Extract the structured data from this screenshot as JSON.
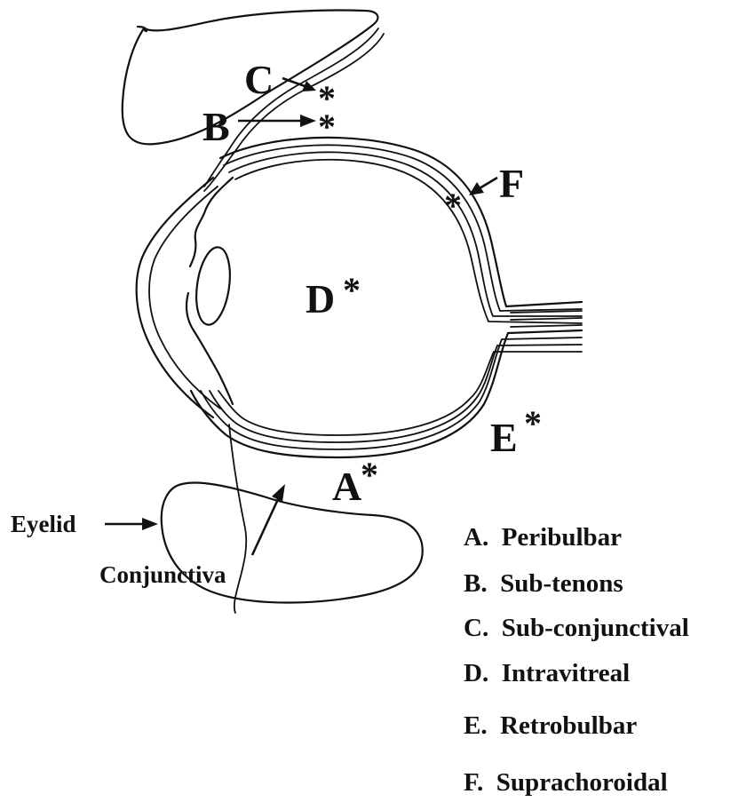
{
  "labels": {
    "A": "A",
    "B": "B",
    "C": "C",
    "D": "D",
    "E": "E",
    "F": "F",
    "star": "*"
  },
  "annotations": {
    "eyelid": "Eyelid",
    "conjunctiva": "Conjunctiva"
  },
  "legend": [
    {
      "text": "A.  Peribulbar"
    },
    {
      "text": "B.  Sub-tenons"
    },
    {
      "text": "C.  Sub-conjunctival"
    },
    {
      "text": "D.  Intravitreal"
    },
    {
      "text": "E.  Retrobulbar"
    },
    {
      "text": "F.  Suprachoroidal"
    }
  ]
}
